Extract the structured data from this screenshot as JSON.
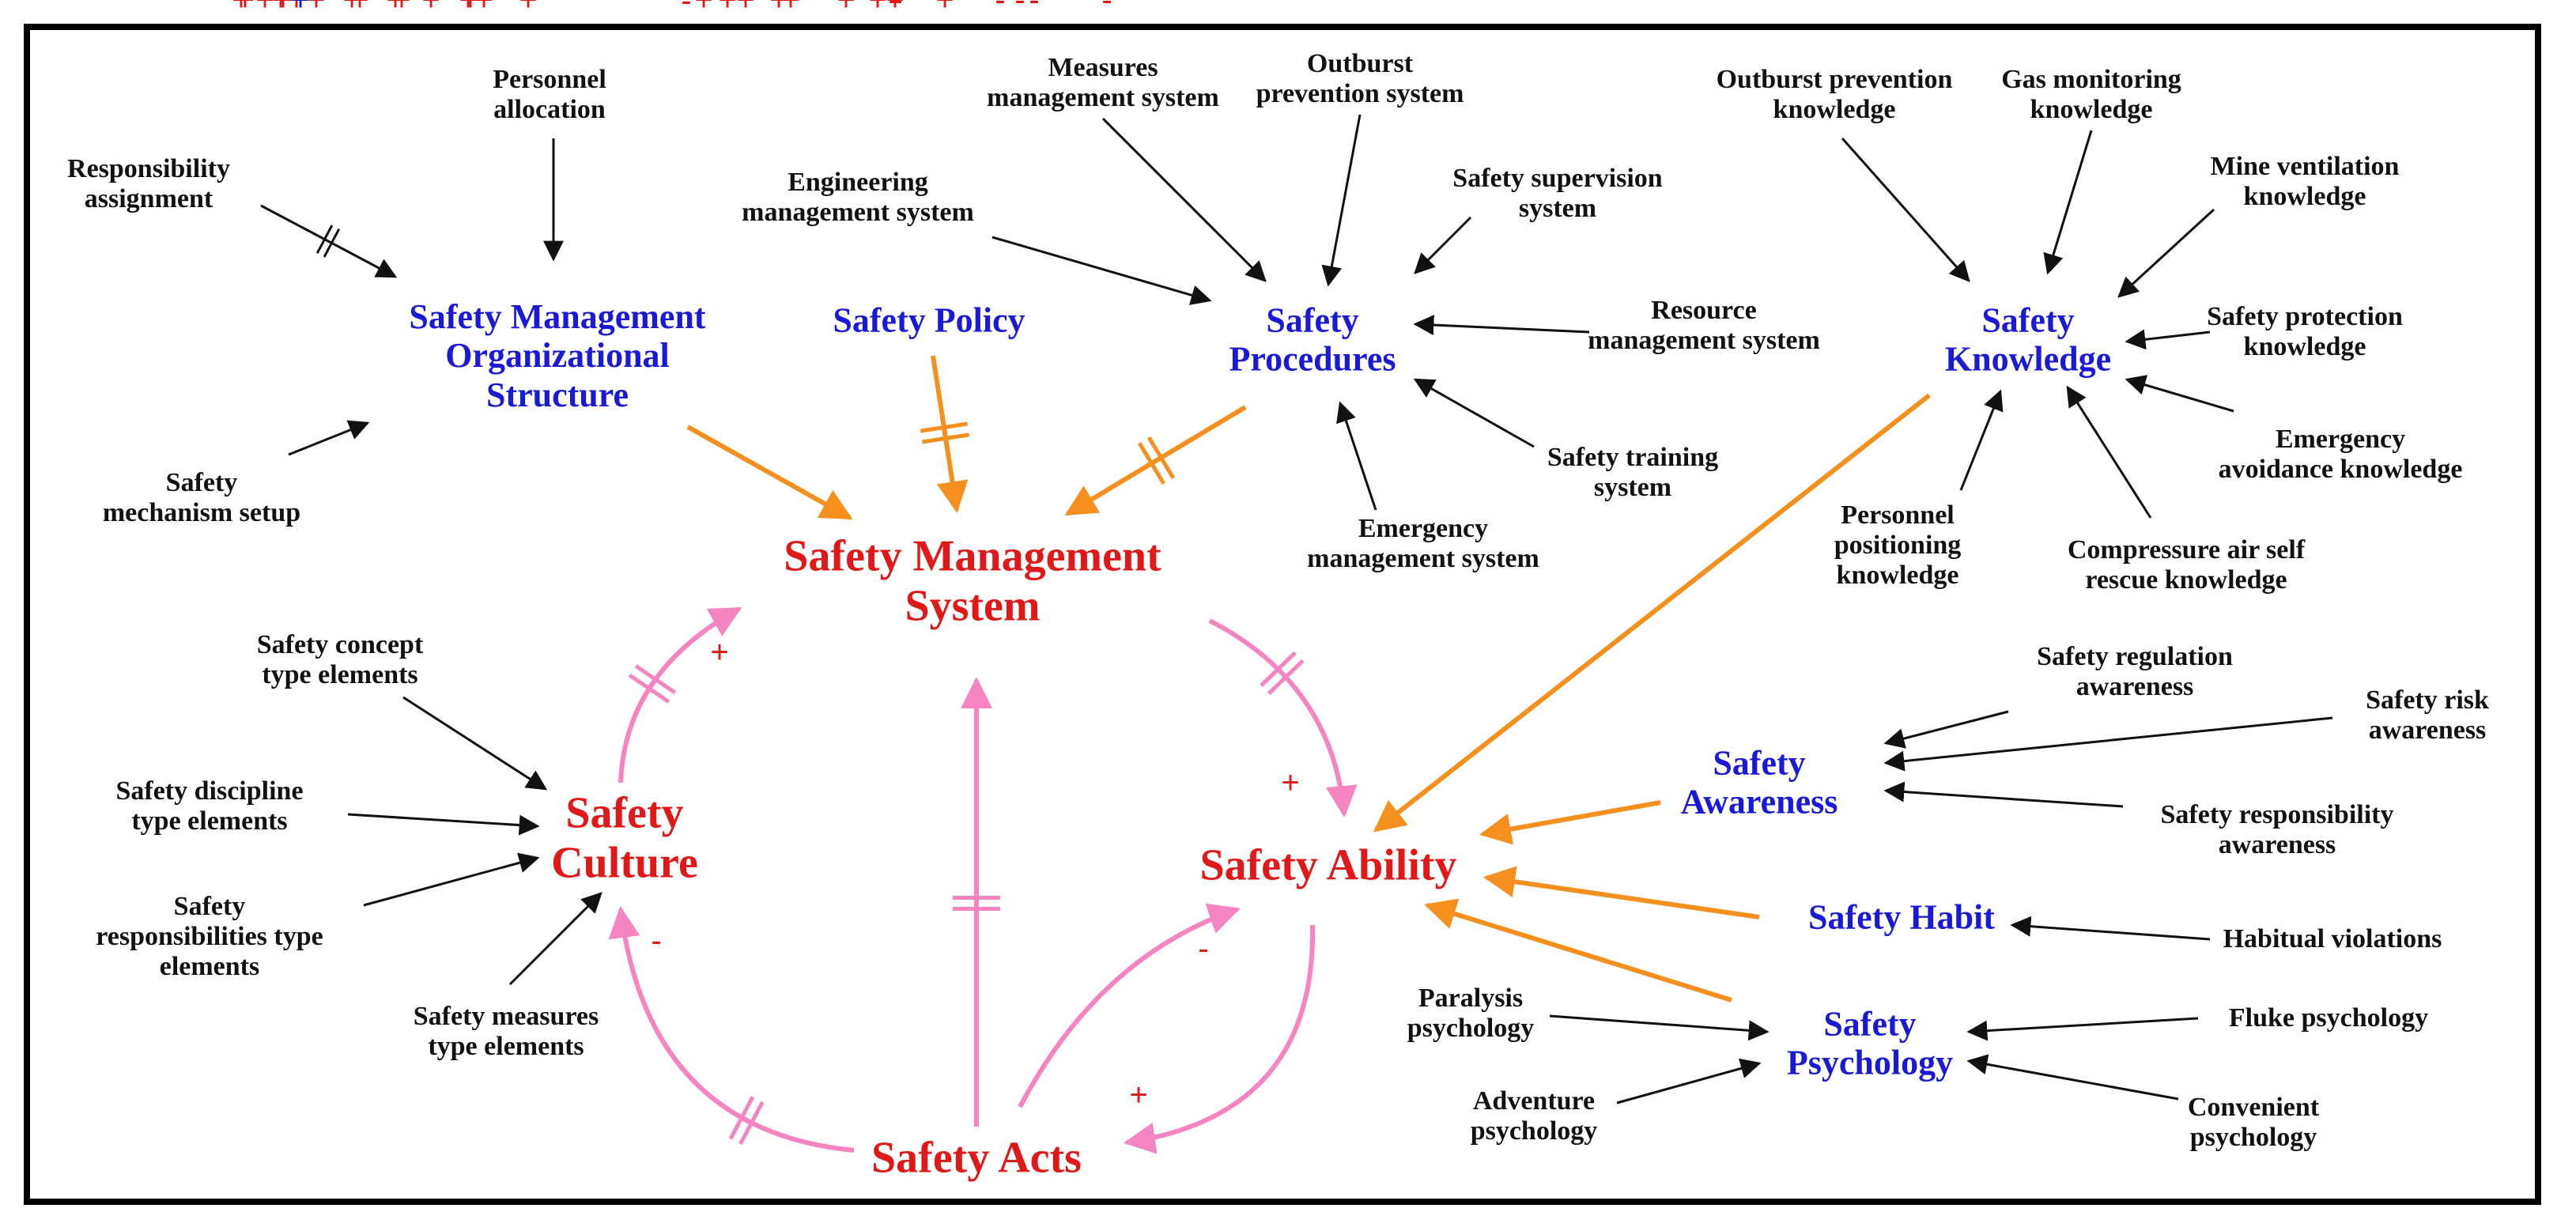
{
  "colors": {
    "black": "#111111",
    "orange": "#f5901e",
    "pink": "#f584c0",
    "plus": "#e01818",
    "minus": "#e01818",
    "blue_plus": "#1a1ad6",
    "blue_text": "#1a1ad6",
    "red_text": "#e01818"
  },
  "nodes": [
    {
      "id": "sms",
      "text": "Safety Management\nSystem",
      "style": "red"
    },
    {
      "id": "culture",
      "text": "Safety\nCulture",
      "style": "red"
    },
    {
      "id": "ability",
      "text": "Safety Ability",
      "style": "red"
    },
    {
      "id": "acts",
      "text": "Safety Acts",
      "style": "red"
    },
    {
      "id": "smos",
      "text": "Safety Management\nOrganizational\nStructure",
      "style": "blue"
    },
    {
      "id": "policy",
      "text": "Safety Policy",
      "style": "blue"
    },
    {
      "id": "procedures",
      "text": "Safety\nProcedures",
      "style": "blue"
    },
    {
      "id": "knowledge",
      "text": "Safety\nKnowledge",
      "style": "blue"
    },
    {
      "id": "awareness",
      "text": "Safety\nAwareness",
      "style": "blue"
    },
    {
      "id": "habit",
      "text": "Safety Habit",
      "style": "blue"
    },
    {
      "id": "psychology",
      "text": "Safety\nPsychology",
      "style": "blue"
    },
    {
      "id": "personnel_alloc",
      "text": "Personnel\nallocation",
      "style": "aux"
    },
    {
      "id": "resp_assign",
      "text": "Responsibility\nassignment",
      "style": "aux"
    },
    {
      "id": "mech_setup",
      "text": "Safety\nmechanism setup",
      "style": "aux"
    },
    {
      "id": "measures_ms",
      "text": "Measures\nmanagement system",
      "style": "aux"
    },
    {
      "id": "outburst_ps",
      "text": "Outburst\nprevention system",
      "style": "aux"
    },
    {
      "id": "engineering_ms",
      "text": "Engineering\nmanagement system",
      "style": "aux"
    },
    {
      "id": "supervision",
      "text": "Safety supervision\nsystem",
      "style": "aux"
    },
    {
      "id": "resource_ms",
      "text": "Resource\nmanagement system",
      "style": "aux"
    },
    {
      "id": "training",
      "text": "Safety training\nsystem",
      "style": "aux"
    },
    {
      "id": "emergency_ms",
      "text": "Emergency\nmanagement system",
      "style": "aux"
    },
    {
      "id": "outburst_k",
      "text": "Outburst prevention\nknowledge",
      "style": "aux"
    },
    {
      "id": "gas_k",
      "text": "Gas monitoring\nknowledge",
      "style": "aux"
    },
    {
      "id": "ventilation_k",
      "text": "Mine ventilation\nknowledge",
      "style": "aux"
    },
    {
      "id": "protection_k",
      "text": "Safety protection\nknowledge",
      "style": "aux"
    },
    {
      "id": "avoidance_k",
      "text": "Emergency\navoidance knowledge",
      "style": "aux"
    },
    {
      "id": "compressure_k",
      "text": "Compressure air self\nrescue knowledge",
      "style": "aux"
    },
    {
      "id": "positioning_k",
      "text": "Personnel\npositioning\nknowledge",
      "style": "aux"
    },
    {
      "id": "regulation_aw",
      "text": "Safety regulation\nawareness",
      "style": "aux"
    },
    {
      "id": "risk_aw",
      "text": "Safety risk\nawareness",
      "style": "aux"
    },
    {
      "id": "responsibility_aw",
      "text": "Safety responsibility\nawareness",
      "style": "aux"
    },
    {
      "id": "habitual",
      "text": "Habitual violations",
      "style": "aux"
    },
    {
      "id": "fluke",
      "text": "Fluke psychology",
      "style": "aux"
    },
    {
      "id": "convenient",
      "text": "Convenient\npsychology",
      "style": "aux"
    },
    {
      "id": "paralysis",
      "text": "Paralysis\npsychology",
      "style": "aux"
    },
    {
      "id": "adventure",
      "text": "Adventure\npsychology",
      "style": "aux"
    },
    {
      "id": "concept_el",
      "text": "Safety concept\ntype elements",
      "style": "aux"
    },
    {
      "id": "discipline_el",
      "text": "Safety discipline\ntype elements",
      "style": "aux"
    },
    {
      "id": "responsibilities_el",
      "text": "Safety\nresponsibilities type\nelements",
      "style": "aux"
    },
    {
      "id": "measures_el",
      "text": "Safety measures\ntype elements",
      "style": "aux"
    }
  ],
  "links": [
    {
      "from": "personnel_alloc",
      "to": "smos",
      "kind": "black",
      "polarity": "+"
    },
    {
      "from": "resp_assign",
      "to": "smos",
      "kind": "black",
      "polarity": "+",
      "delay": true
    },
    {
      "from": "mech_setup",
      "to": "smos",
      "kind": "black",
      "polarity": "+"
    },
    {
      "from": "smos",
      "to": "sms",
      "kind": "orange",
      "polarity": "+"
    },
    {
      "from": "policy",
      "to": "sms",
      "kind": "orange",
      "polarity": "+",
      "delay": true
    },
    {
      "from": "procedures",
      "to": "sms",
      "kind": "orange",
      "polarity": "+",
      "delay": true
    },
    {
      "from": "measures_ms",
      "to": "procedures",
      "kind": "black",
      "polarity": "+"
    },
    {
      "from": "outburst_ps",
      "to": "procedures",
      "kind": "black",
      "polarity": "+"
    },
    {
      "from": "engineering_ms",
      "to": "procedures",
      "kind": "black",
      "polarity": "+"
    },
    {
      "from": "supervision",
      "to": "procedures",
      "kind": "black",
      "polarity": "+"
    },
    {
      "from": "resource_ms",
      "to": "procedures",
      "kind": "black",
      "polarity": "+"
    },
    {
      "from": "training",
      "to": "procedures",
      "kind": "black",
      "polarity": "+"
    },
    {
      "from": "emergency_ms",
      "to": "procedures",
      "kind": "black",
      "polarity": "+"
    },
    {
      "from": "outburst_k",
      "to": "knowledge",
      "kind": "black",
      "polarity": "+"
    },
    {
      "from": "gas_k",
      "to": "knowledge",
      "kind": "black",
      "polarity": "+"
    },
    {
      "from": "ventilation_k",
      "to": "knowledge",
      "kind": "black",
      "polarity": "+"
    },
    {
      "from": "protection_k",
      "to": "knowledge",
      "kind": "black",
      "polarity": "+"
    },
    {
      "from": "avoidance_k",
      "to": "knowledge",
      "kind": "black",
      "polarity": "+"
    },
    {
      "from": "compressure_k",
      "to": "knowledge",
      "kind": "black",
      "polarity": "+"
    },
    {
      "from": "positioning_k",
      "to": "knowledge",
      "kind": "black",
      "polarity": "+"
    },
    {
      "from": "knowledge",
      "to": "ability",
      "kind": "orange",
      "polarity": "+"
    },
    {
      "from": "regulation_aw",
      "to": "awareness",
      "kind": "black",
      "polarity": "+"
    },
    {
      "from": "risk_aw",
      "to": "awareness",
      "kind": "black",
      "polarity": "+"
    },
    {
      "from": "responsibility_aw",
      "to": "awareness",
      "kind": "black",
      "polarity": "+"
    },
    {
      "from": "awareness",
      "to": "ability",
      "kind": "orange",
      "polarity": "+"
    },
    {
      "from": "habitual",
      "to": "habit",
      "kind": "black",
      "polarity": "-"
    },
    {
      "from": "habit",
      "to": "ability",
      "kind": "orange",
      "polarity": "+"
    },
    {
      "from": "fluke",
      "to": "psychology",
      "kind": "black",
      "polarity": "-"
    },
    {
      "from": "convenient",
      "to": "psychology",
      "kind": "black",
      "polarity": "-"
    },
    {
      "from": "paralysis",
      "to": "psychology",
      "kind": "black",
      "polarity": "-"
    },
    {
      "from": "adventure",
      "to": "psychology",
      "kind": "black",
      "polarity": "-"
    },
    {
      "from": "psychology",
      "to": "ability",
      "kind": "orange",
      "polarity": "-"
    },
    {
      "from": "concept_el",
      "to": "culture",
      "kind": "black",
      "polarity": "+"
    },
    {
      "from": "discipline_el",
      "to": "culture",
      "kind": "black",
      "polarity": "+"
    },
    {
      "from": "responsibilities_el",
      "to": "culture",
      "kind": "black",
      "polarity": "+"
    },
    {
      "from": "measures_el",
      "to": "culture",
      "kind": "black",
      "polarity": "+"
    },
    {
      "from": "culture",
      "to": "sms",
      "kind": "pink",
      "polarity": "+",
      "delay": true
    },
    {
      "from": "acts",
      "to": "sms",
      "kind": "pink",
      "polarity": "-",
      "delay": true
    },
    {
      "from": "sms",
      "to": "ability",
      "kind": "pink",
      "polarity": "+",
      "delay": true
    },
    {
      "from": "ability",
      "to": "acts",
      "kind": "pink",
      "polarity": "+"
    },
    {
      "from": "acts",
      "to": "ability",
      "kind": "pink",
      "polarity": "-"
    },
    {
      "from": "acts",
      "to": "culture",
      "kind": "pink",
      "polarity": "-",
      "delay": true
    }
  ]
}
